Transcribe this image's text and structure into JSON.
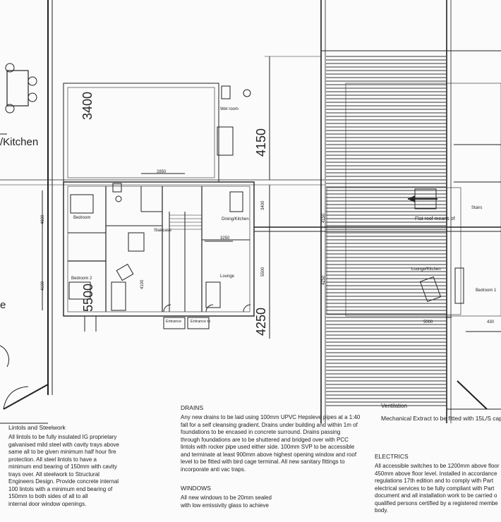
{
  "labels": {
    "kitchen": "/Kitchen",
    "wet_room": "Wet room",
    "bedroom": "Bedroom",
    "bedroom2": "Bedroom 2",
    "dining_kitchen": "Dining/Kitchen",
    "lounge": "Lounge",
    "staircase": "Staircase\nsee\nnote",
    "entrance_flats": "Entrance\nto Flats",
    "entrance_dwelling": "Entrance\nto\ndwelling",
    "flat_roof": "Flat roof\nmeans of",
    "lounge_kitchen_r": "Lounge/Kitchen",
    "bedroom1_r": "Bedroom 1",
    "stairs_r": "Stairs",
    "ventilation": "Ventilation",
    "mech_extract": "Mechanical Extract to be fitted with 15L/S cap",
    "e_fragment": "e"
  },
  "dimensions": {
    "d3400_big": "3400",
    "d4150": "4150",
    "d5500": "5500",
    "d4250": "4250",
    "d2850": "2850",
    "d3250": "3250",
    "d4600": "4600",
    "d4100_left": "4100",
    "d4100_mid": "4100",
    "d3400_small": "3400",
    "d5500_small": "5500",
    "d5000": "5000",
    "d4150_r": "4150",
    "d4250_r": "4250",
    "d4300_r": "430"
  },
  "notes": {
    "lintols": {
      "heading": "Lintols and Steelwork",
      "body": "All lintols to be fully insulated IG proprietary\ngalvanised mild steel with cavity trays above\nsame all to be given minimum half hour fire\nprotection. All steel lintols to have a\nminimum end bearing of 150mm with cavity\ntrays over. All steelwork to Structural\nEngineers Design. Provide concrete internal\n100 lintols with a minimum end bearing of\n150mm to both sides of all to all\ninternal door window openings."
    },
    "drains": {
      "heading": "DRAINS",
      "body": "Any new drains to be laid using 100mm UPVC Hepsleve pipes at a 1:40\nfall for a self cleansing gradient. Drains under building and within 1m of\nfoundations to be encased in concrete surround. Drains passing\nthrough foundations are to be shuttered and bridged over with PCC\nlintols with rocker pipe used either side. 100mm SVP to be accessible\nand terminate at least 900mm above highest opening window and roof\nlevel to be fitted with bird cage terminal. All new sanitary fittings to\nincorporate anti vac traps."
    },
    "windows": {
      "heading": "WINDOWS",
      "body": "All new windows to be 20mm sealed\nwith low emissivity glass to achieve"
    },
    "electrics": {
      "heading": "ELECTRICS",
      "body": "All accessible switches to be 1200mm above floor\n450mm above floor level. Installed in accordance\nregulations 17th edition and to comply with Part\nelectrical services to be fully compliant with Part\ndocument and all installation work to be carried o\nqualified persons certified by a registered membe\nbody."
    }
  }
}
